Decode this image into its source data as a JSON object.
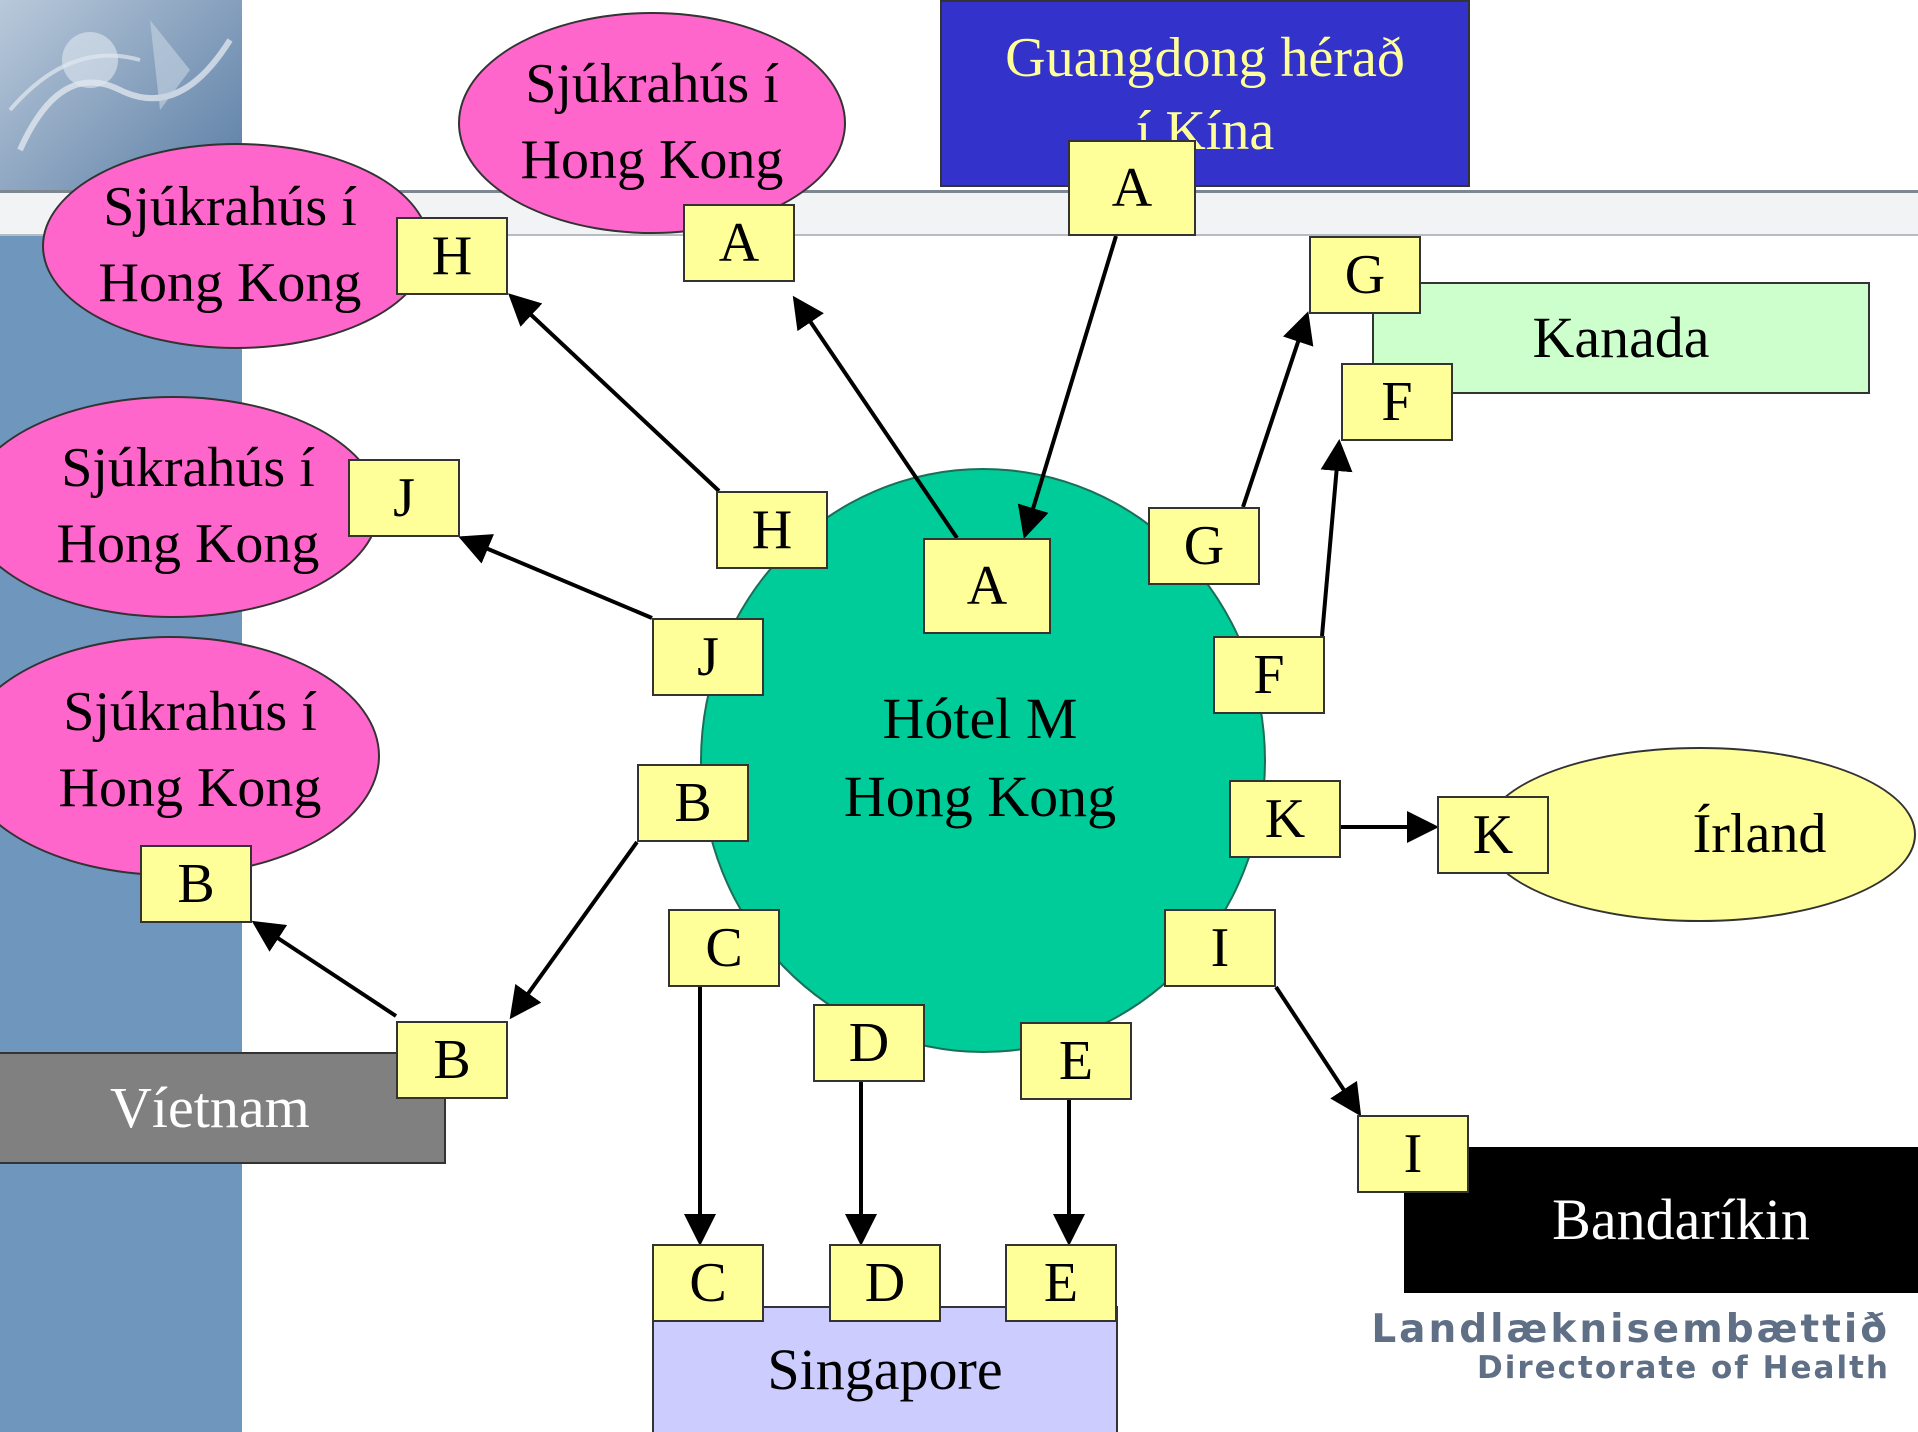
{
  "hotel": {
    "line1": "Hótel M",
    "line2": "Hong Kong"
  },
  "places": {
    "guangdong": {
      "line1": "Guangdong hérað",
      "line2": "í Kína"
    },
    "kanada": "Kanada",
    "irland": "Írland",
    "bandarikin": "Bandaríkin",
    "singapore": "Singapore",
    "vietnam": "Víetnam",
    "hospital": {
      "line1": "Sjúkrahús í",
      "line2": "Hong Kong"
    }
  },
  "tags": {
    "A": "A",
    "B": "B",
    "C": "C",
    "D": "D",
    "E": "E",
    "F": "F",
    "G": "G",
    "H": "H",
    "I": "I",
    "J": "J",
    "K": "K"
  },
  "logo": {
    "line1": "Landlæknisembættið",
    "line2": "Directorate of Health"
  },
  "colors": {
    "hotel": "#00cc99",
    "tag": "#ffff99",
    "hospital": "#ff66cc",
    "guangdong": "#3333cc",
    "guangdong_text": "#ffff99",
    "kanada": "#ccffcc",
    "irland": "#ffff99",
    "bandarikin": "#000000",
    "singapore": "#ccccff",
    "vietnam": "#808080",
    "sidebar": "#6f97bd"
  }
}
